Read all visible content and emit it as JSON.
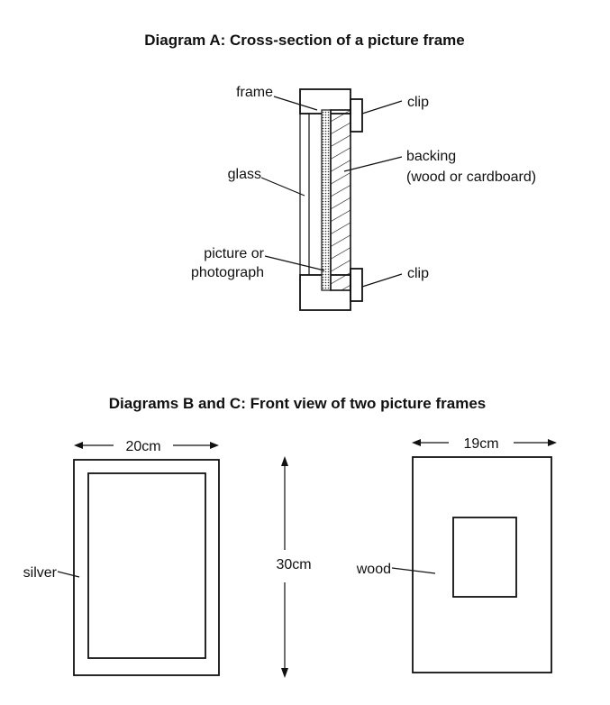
{
  "diagram_a": {
    "title": "Diagram A: Cross-section of a picture frame",
    "labels": {
      "frame": "frame",
      "glass": "glass",
      "picture_line1": "picture or",
      "picture_line2": "photograph",
      "clip_top": "clip",
      "clip_bottom": "clip",
      "backing_line1": "backing",
      "backing_line2": "(wood or cardboard)"
    }
  },
  "diagrams_bc": {
    "title": "Diagrams B and C: Front view of two picture frames",
    "frame_b": {
      "width_label": "20cm",
      "material_label": "silver"
    },
    "height_label": "30cm",
    "frame_c": {
      "width_label": "19cm",
      "material_label": "wood"
    }
  }
}
